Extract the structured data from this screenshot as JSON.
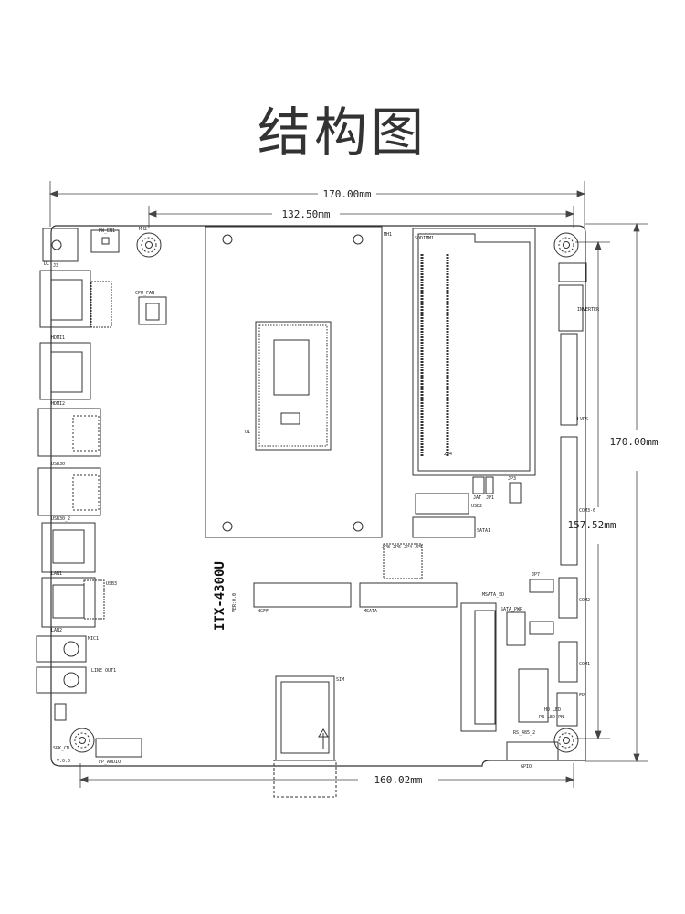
{
  "title": "结构图",
  "dimensions": {
    "total_width": "170.00mm",
    "hole_span_width": "132.50mm",
    "total_height": "170.00mm",
    "hole_span_height": "157.52mm",
    "bottom_span": "160.02mm"
  },
  "board": {
    "model": "ITX-4300U",
    "version": "VER:0.0",
    "bottom_version": "V:0.0"
  },
  "labels": {
    "pw_en": "PW_EN1",
    "mh2": "MH2",
    "j3": "J3",
    "hdmi1": "HDMI1",
    "hdmi2": "HDMI2",
    "usb30": "USB30",
    "usb30_2": "USB30_2",
    "lan1": "LAN1",
    "lan2": "LAN2",
    "usb3": "USB3",
    "mic1": "MIC1",
    "line_out": "LINE OUT1",
    "cpu_fan": "CPU_FAN",
    "u1": "U1",
    "mh1": "MH1",
    "sodimm": "SODIMM1",
    "sodimm_pin": "204",
    "jp3": "JP3",
    "jat": "JAT",
    "jp1": "JP1",
    "usb2": "USB2",
    "sata1": "SATA1",
    "jp_group": "JP8 JP6 JP4 JP5",
    "ngff": "NGFF",
    "msata": "MSATA",
    "sim": "SIM",
    "sata_pwr": "SATA_PWR",
    "msata_sd": "MSATA_SD",
    "lvds": "LVDS",
    "inverter": "INVERTER",
    "com3_6": "COM3-6",
    "com2": "COM2",
    "com1": "COM1",
    "jp7": "JP7",
    "fp": "FP",
    "pn_led": "PW LED PN",
    "hd_led": "HD LED",
    "rs485": "RS_485_2",
    "gpio": "GPIO",
    "spk_cn": "SPK_CN",
    "fp_audio": "FP_AUDIO",
    "dc": "DC"
  }
}
